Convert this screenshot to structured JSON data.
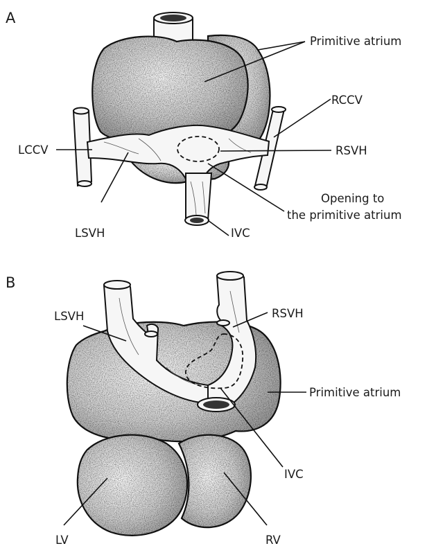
{
  "panels": [
    {
      "letter": "A",
      "labels": {
        "primitive_atrium": "Primitive atrium",
        "rccv": "RCCV",
        "lccv": "LCCV",
        "rsvh": "RSVH",
        "opening_line1": "Opening to",
        "opening_line2": "the primitive atrium",
        "lsvh": "LSVH",
        "ivc": "IVC"
      }
    },
    {
      "letter": "B",
      "labels": {
        "lsvh": "LSVH",
        "rsvh": "RSVH",
        "primitive_atrium": "Primitive atrium",
        "ivc": "IVC",
        "lv": "LV",
        "rv": "RV"
      }
    }
  ],
  "colors": {
    "ink": "#111111",
    "organ_fill": "#d9d9d9",
    "vessel_fill": "#f6f6f6",
    "background": "#ffffff"
  }
}
